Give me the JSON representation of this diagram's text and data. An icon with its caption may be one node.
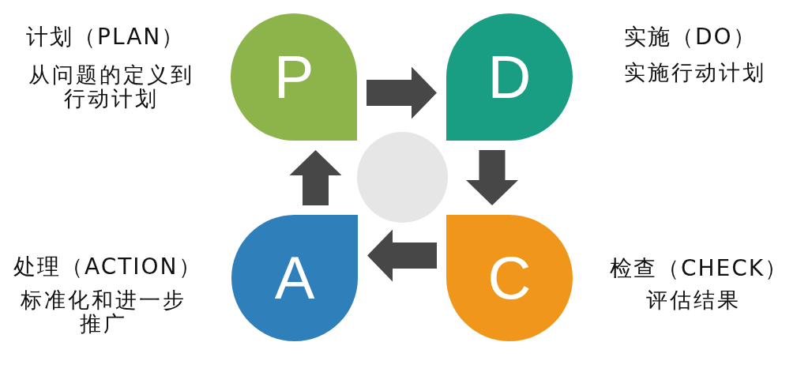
{
  "diagram": {
    "nodes": [
      {
        "text": [
          "P"
        ],
        "beside": [
          "计划（PLAN）",
          "从问题的定义到行动计划"
        ]
      },
      {
        "text": [
          "D"
        ],
        "beside": [
          "实施（DO）",
          "实施行动计划"
        ]
      },
      {
        "text": [],
        "shape": "circle"
      },
      {
        "text": [
          "A"
        ],
        "beside": [
          "处理（ACTION）",
          "标准化和进一步推广"
        ]
      },
      {
        "text": [
          "C"
        ],
        "beside": [
          "检查（CHECK）",
          "评估结果"
        ]
      }
    ],
    "edges": [
      {
        "from": 0,
        "to": 1,
        "arrow": "to"
      },
      {
        "from": 1,
        "to": 4,
        "arrow": "to"
      },
      {
        "from": 4,
        "to": 3,
        "arrow": "to"
      },
      {
        "from": 3,
        "to": 0,
        "arrow": "to"
      }
    ]
  }
}
